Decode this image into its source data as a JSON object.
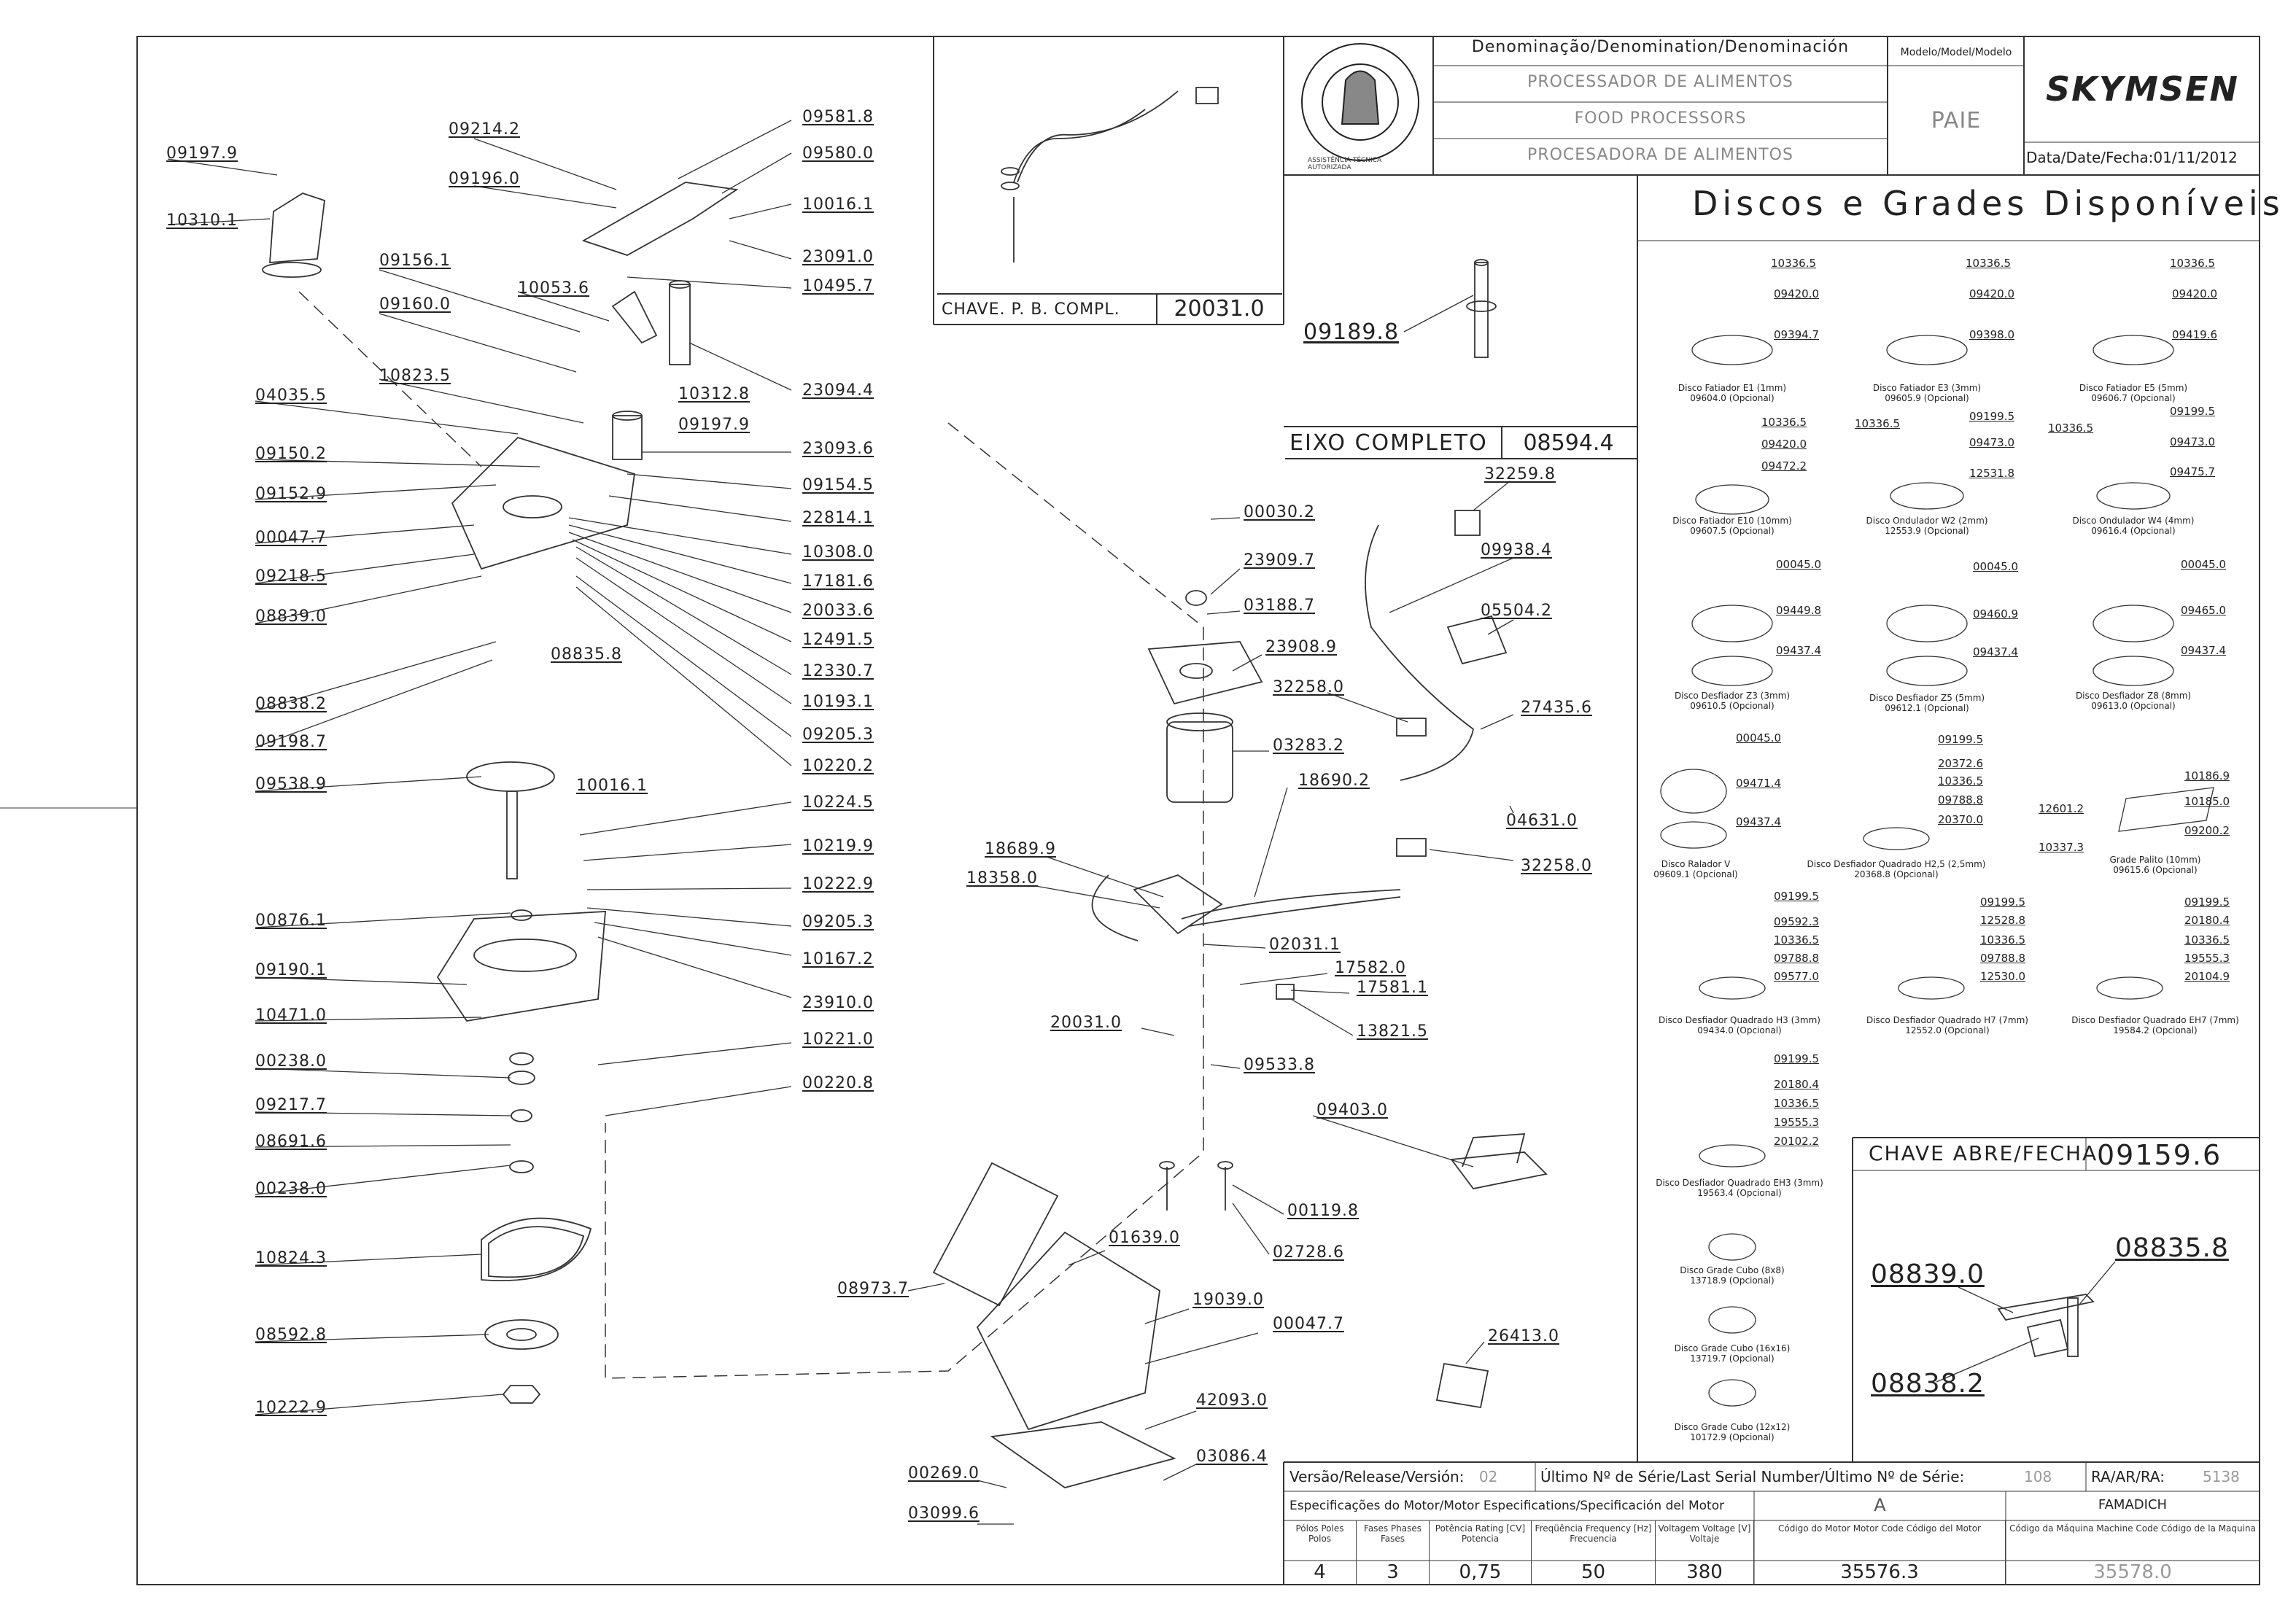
{
  "header": {
    "denom_title": "Denominação/Denomination/Denominación",
    "product_pt": "PROCESSADOR DE ALIMENTOS",
    "product_en": "FOOD PROCESSORS",
    "product_es": "PROCESADORA DE ALIMENTOS",
    "model_label": "Modelo/Model/Modelo",
    "model_value": "PAIE",
    "brand": "SKYMSEN",
    "date_label": "Data/Date/Fecha:",
    "date_value": "01/11/2012",
    "seal_text": "ASSISTÊNCIA TÉCNICA AUTORIZADA"
  },
  "switch_box": {
    "label": "CHAVE. P. B. COMPL.",
    "code": "20031.0"
  },
  "shaft_box": {
    "label": "EIXO COMPLETO",
    "code": "08594.4",
    "part": "09189.8"
  },
  "discs_title": "Discos e Grades Disponíveis",
  "discs": [
    {
      "name": "Disco Fatiador E1 (1mm)",
      "code": "09604.0 (Opcional)",
      "parts": [
        "10336.5",
        "09420.0",
        "09394.7"
      ]
    },
    {
      "name": "Disco Fatiador E3 (3mm)",
      "code": "09605.9 (Opcional)",
      "parts": [
        "10336.5",
        "09420.0",
        "09398.0"
      ]
    },
    {
      "name": "Disco Fatiador E5 (5mm)",
      "code": "09606.7 (Opcional)",
      "parts": [
        "10336.5",
        "09420.0",
        "09419.6"
      ]
    },
    {
      "name": "Disco Fatiador E10 (10mm)",
      "code": "09607.5 (Opcional)",
      "parts": [
        "10336.5",
        "09420.0",
        "09472.2"
      ]
    },
    {
      "name": "Disco Ondulador W2 (2mm)",
      "code": "12553.9 (Opcional)",
      "parts": [
        "10336.5",
        "09199.5",
        "09473.0",
        "12531.8"
      ]
    },
    {
      "name": "Disco Ondulador W4 (4mm)",
      "code": "09616.4 (Opcional)",
      "parts": [
        "10336.5",
        "09199.5",
        "09473.0",
        "09475.7"
      ]
    },
    {
      "name": "Disco Desfiador Z3 (3mm)",
      "code": "09610.5 (Opcional)",
      "parts": [
        "00045.0",
        "09449.8",
        "09437.4"
      ]
    },
    {
      "name": "Disco Desfiador Z5 (5mm)",
      "code": "09612.1 (Opcional)",
      "parts": [
        "00045.0",
        "09460.9",
        "09437.4"
      ]
    },
    {
      "name": "Disco Desfiador Z8 (8mm)",
      "code": "09613.0 (Opcional)",
      "parts": [
        "00045.0",
        "09465.0",
        "09437.4"
      ]
    },
    {
      "name": "Disco Ralador V",
      "code": "09609.1 (Opcional)",
      "parts": [
        "00045.0",
        "09471.4",
        "09437.4"
      ]
    },
    {
      "name": "Disco Desfiador Quadrado H2,5 (2,5mm)",
      "code": "20368.8 (Opcional)",
      "parts": [
        "09199.5",
        "20372.6",
        "10336.5",
        "09788.8",
        "20370.0"
      ]
    },
    {
      "name": "Grade Palito (10mm)",
      "code": "09615.6 (Opcional)",
      "parts": [
        "10186.9",
        "10185.0",
        "09200.2",
        "12601.2",
        "10337.3"
      ]
    },
    {
      "name": "Disco Desfiador Quadrado H3 (3mm)",
      "code": "09434.0 (Opcional)",
      "parts": [
        "09199.5",
        "09592.3",
        "10336.5",
        "09788.8",
        "09577.0"
      ]
    },
    {
      "name": "Disco Desfiador Quadrado H7 (7mm)",
      "code": "12552.0 (Opcional)",
      "parts": [
        "09199.5",
        "12528.8",
        "10336.5",
        "09788.8",
        "12530.0"
      ]
    },
    {
      "name": "Disco Desfiador Quadrado EH7 (7mm)",
      "code": "19584.2 (Opcional)",
      "parts": [
        "09199.5",
        "20180.4",
        "10336.5",
        "19555.3",
        "20104.9"
      ]
    },
    {
      "name": "Disco Desfiador Quadrado EH3 (3mm)",
      "code": "19563.4 (Opcional)",
      "parts": [
        "09199.5",
        "20180.4",
        "10336.5",
        "19555.3",
        "20102.2"
      ]
    },
    {
      "name": "Disco Grade Cubo (8x8)",
      "code": "13718.9 (Opcional)",
      "parts": []
    },
    {
      "name": "Disco Grade Cubo (16x16)",
      "code": "13719.7 (Opcional)",
      "parts": []
    },
    {
      "name": "Disco Grade Cubo (12x12)",
      "code": "10172.9 (Opcional)",
      "parts": []
    }
  ],
  "chave_box": {
    "label": "CHAVE ABRE/FECHA",
    "code": "09159.6",
    "parts": [
      "08839.0",
      "08835.8",
      "08838.2"
    ]
  },
  "left_labels": [
    "09197.9",
    "10310.1",
    "09214.2",
    "09196.0",
    "09156.1",
    "09160.0",
    "10053.6",
    "10823.5",
    "04035.5",
    "09150.2",
    "09152.9",
    "00047.7",
    "09218.5",
    "08839.0",
    "08838.2",
    "09198.7",
    "08835.8",
    "09538.9",
    "10016.1",
    "00876.1",
    "09190.1",
    "10471.0",
    "00238.0",
    "09217.7",
    "08691.6",
    "00238.0",
    "10824.3",
    "08592.8",
    "10222.9"
  ],
  "mid_labels": [
    "09581.8",
    "09580.0",
    "10016.1",
    "23091.0",
    "10495.7",
    "10312.8",
    "09197.9",
    "23094.4",
    "23093.6",
    "09154.5",
    "22814.1",
    "10308.0",
    "17181.6",
    "20033.6",
    "12491.5",
    "12330.7",
    "10193.1",
    "09205.3",
    "10220.2",
    "10224.5",
    "10219.9",
    "10222.9",
    "09205.3",
    "10167.2",
    "23910.0",
    "10221.0",
    "00220.8"
  ],
  "center_labels": [
    "00030.2",
    "23909.7",
    "03188.7",
    "23908.9",
    "32258.0",
    "03283.2",
    "18690.2",
    "18689.9",
    "18358.0",
    "02031.1",
    "17582.0",
    "17581.1",
    "13821.5",
    "20031.0",
    "09533.8",
    "09403.0",
    "00119.8",
    "02728.6",
    "01639.0",
    "08973.7",
    "19039.0",
    "00047.7",
    "42093.0",
    "00269.0",
    "03086.4",
    "03099.6",
    "32259.8",
    "09938.4",
    "05504.2",
    "27435.6",
    "04631.0",
    "32258.0",
    "26413.0"
  ],
  "footer": {
    "version_label": "Versão/Release/Versión:",
    "version_value": "02",
    "serial_label": "Último Nº de Série/Last Serial Number/Último Nº de Série:",
    "serial_value": "108",
    "ra_label": "RA/AR/RA:",
    "ra_value": "5138",
    "motor_spec_label": "Especificações do Motor/Motor Especifications/Specificación del Motor",
    "motor_letter": "A",
    "manufacturer": "FAMADICH",
    "poles_hd": "Pólos Poles Polos",
    "phases_hd": "Fases Phases Fases",
    "power_hd": "Potência Rating [CV] Potencia",
    "freq_hd": "Freqüência Frequency [Hz] Frecuencia",
    "volt_hd": "Voltagem Voltage [V] Voltaje",
    "motor_code_hd": "Código do Motor Motor Code Código del Motor",
    "machine_code_hd": "Código da Máquina Machine Code Código de la Maquina",
    "poles": "4",
    "phases": "3",
    "power": "0,75",
    "freq": "50",
    "volt": "380",
    "motor_code": "35576.3",
    "machine_code": "35578.0"
  }
}
